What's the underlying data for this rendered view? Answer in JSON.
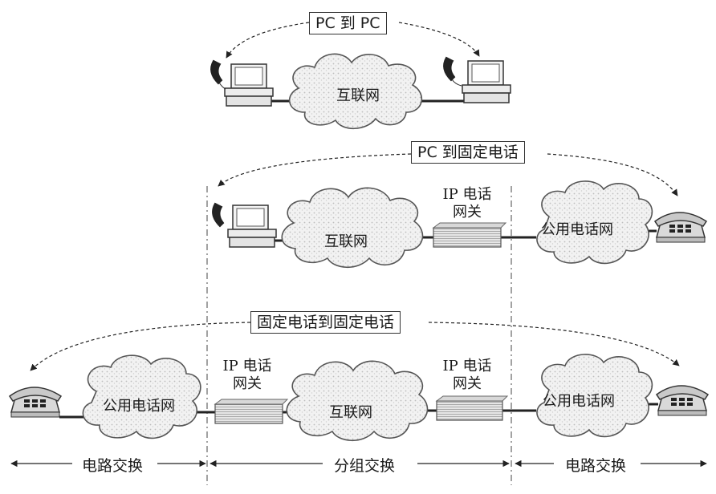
{
  "scenarios": {
    "pc_to_pc": "PC 到 PC",
    "pc_to_phone": "PC 到固定电话",
    "phone_to_phone": "固定电话到固定电话"
  },
  "networks": {
    "internet": "互联网",
    "pstn": "公用电话网"
  },
  "gateway": {
    "line1": "IP 电话",
    "line2": "网关"
  },
  "zones": {
    "left": "电路交换",
    "middle": "分组交换",
    "right": "电路交换"
  }
}
